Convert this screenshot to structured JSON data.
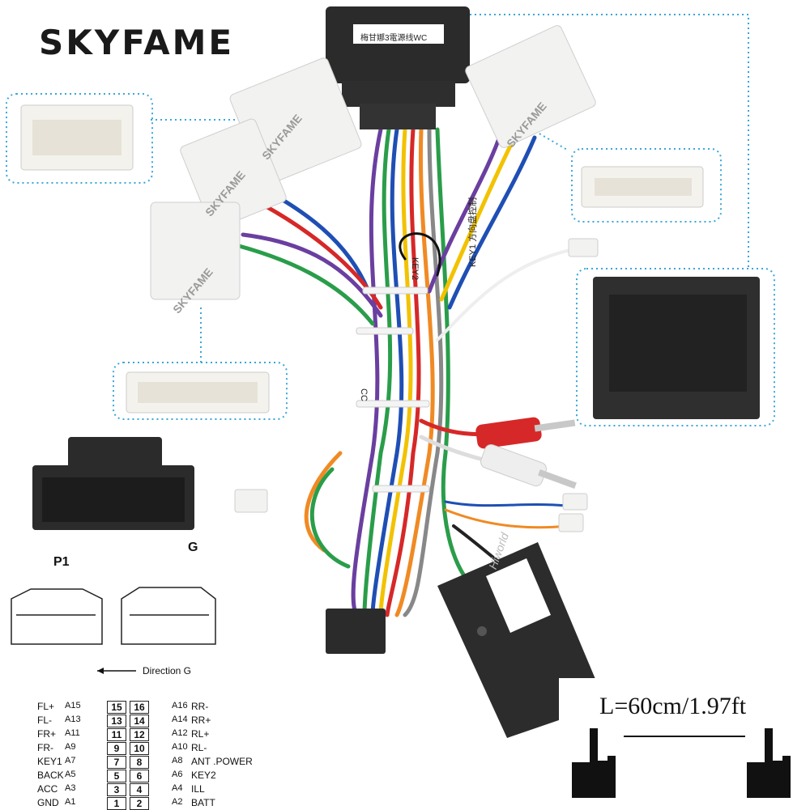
{
  "brand": "SKYFAME",
  "cable_label": "梅甘娜3電源线WC",
  "watermark": "SKYFAME",
  "tapes": {
    "key1": "KEY1 方向盘控制",
    "key2": "KEY2",
    "cc": "CC"
  },
  "canbox_label": "Hiworld",
  "connector_labels": {
    "p1": "P1",
    "g": "G"
  },
  "direction": "Direction G",
  "length": "L=60cm/1.97ft",
  "colors": {
    "wire_red": "#d62828",
    "wire_blue": "#1f4fb4",
    "wire_green": "#2a9d4a",
    "wire_yellow": "#f2c200",
    "wire_purple": "#6a3fa0",
    "wire_orange": "#f08a24",
    "dotted_line": "#3aa7d8",
    "connector_black": "#2b2b2b",
    "connector_white": "#f2f2f0"
  },
  "pinout": {
    "left": [
      {
        "name": "FL+",
        "code": "A15",
        "num": "15"
      },
      {
        "name": "FL-",
        "code": "A13",
        "num": "13"
      },
      {
        "name": "FR+",
        "code": "A11",
        "num": "11"
      },
      {
        "name": "FR-",
        "code": "A9",
        "num": "9"
      },
      {
        "name": "KEY1",
        "code": "A7",
        "num": "7"
      },
      {
        "name": "BACK",
        "code": "A5",
        "num": "5"
      },
      {
        "name": "ACC",
        "code": "A3",
        "num": "3"
      },
      {
        "name": "GND",
        "code": "A1",
        "num": "1"
      }
    ],
    "right": [
      {
        "name": "RR-",
        "code": "A16",
        "num": "16"
      },
      {
        "name": "RR+",
        "code": "A14",
        "num": "14"
      },
      {
        "name": "RL+",
        "code": "A12",
        "num": "12"
      },
      {
        "name": "RL-",
        "code": "A10",
        "num": "10"
      },
      {
        "name": "ANT .POWER",
        "code": "A8",
        "num": "8"
      },
      {
        "name": "KEY2",
        "code": "A6",
        "num": "6"
      },
      {
        "name": "ILL",
        "code": "A4",
        "num": "4"
      },
      {
        "name": "BATT",
        "code": "A2",
        "num": "2"
      }
    ]
  }
}
